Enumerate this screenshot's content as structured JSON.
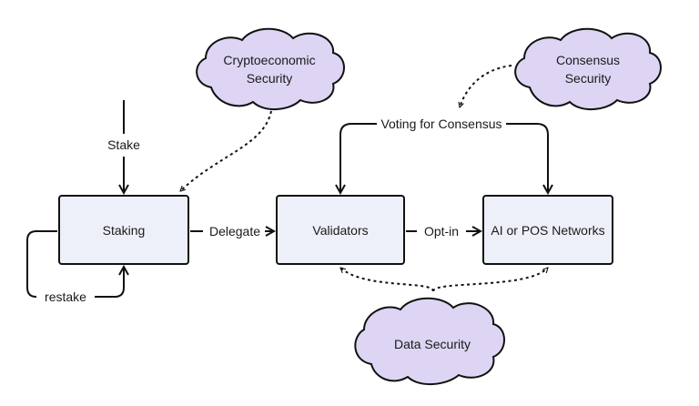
{
  "colors": {
    "box_fill": "#edf0f8",
    "cloud_fill": "#ddd5f3",
    "stroke": "#111111"
  },
  "nodes": {
    "staking": "Staking",
    "validators": "Validators",
    "networks": "AI or POS Networks"
  },
  "clouds": {
    "cryptoeconomic": [
      "Cryptoeconomic",
      "Security"
    ],
    "consensus": [
      "Consensus",
      "Security"
    ],
    "data": "Data Security"
  },
  "edges": {
    "stake": "Stake",
    "restake": "restake",
    "delegate": "Delegate",
    "optin": "Opt-in",
    "voting": "Voting for Consensus"
  }
}
